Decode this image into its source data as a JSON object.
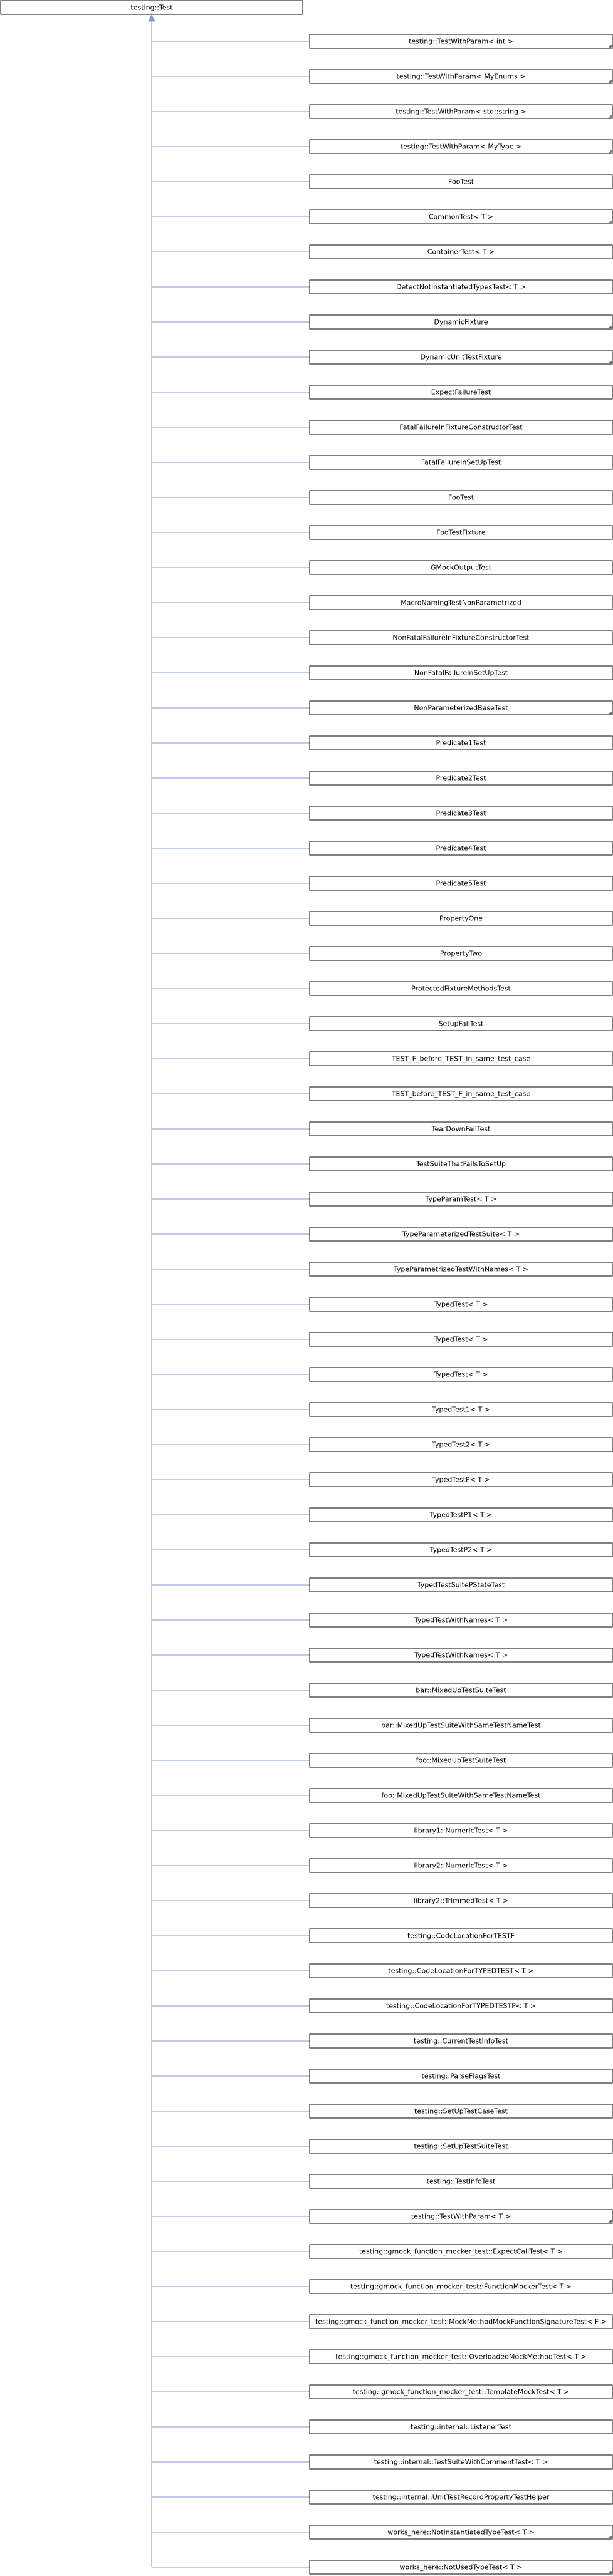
{
  "root": {
    "label": "testing::Test"
  },
  "children": [
    {
      "label": "testing::TestWithParam< int >",
      "more": true
    },
    {
      "label": "testing::TestWithParam< MyEnums >",
      "more": true
    },
    {
      "label": "testing::TestWithParam< std::string >",
      "more": true
    },
    {
      "label": "testing::TestWithParam< MyType >",
      "more": true
    },
    {
      "label": "FooTest",
      "more": false
    },
    {
      "label": "CommonTest< T >",
      "more": true
    },
    {
      "label": "ContainerTest< T >",
      "more": false
    },
    {
      "label": "DetectNotInstantiatedTypesTest< T >",
      "more": false
    },
    {
      "label": "DynamicFixture",
      "more": true
    },
    {
      "label": "DynamicUnitTestFixture",
      "more": true
    },
    {
      "label": "ExpectFailureTest",
      "more": false
    },
    {
      "label": "FatalFailureInFixtureConstructorTest",
      "more": false
    },
    {
      "label": "FatalFailureInSetUpTest",
      "more": false
    },
    {
      "label": "FooTest",
      "more": false
    },
    {
      "label": "FooTestFixture",
      "more": false
    },
    {
      "label": "GMockOutputTest",
      "more": false
    },
    {
      "label": "MacroNamingTestNonParametrized",
      "more": false
    },
    {
      "label": "NonFatalFailureInFixtureConstructorTest",
      "more": false
    },
    {
      "label": "NonFatalFailureInSetUpTest",
      "more": false
    },
    {
      "label": "NonParameterizedBaseTest",
      "more": true
    },
    {
      "label": "Predicate1Test",
      "more": false
    },
    {
      "label": "Predicate2Test",
      "more": false
    },
    {
      "label": "Predicate3Test",
      "more": false
    },
    {
      "label": "Predicate4Test",
      "more": false
    },
    {
      "label": "Predicate5Test",
      "more": false
    },
    {
      "label": "PropertyOne",
      "more": false
    },
    {
      "label": "PropertyTwo",
      "more": false
    },
    {
      "label": "ProtectedFixtureMethodsTest",
      "more": false
    },
    {
      "label": "SetupFailTest",
      "more": false
    },
    {
      "label": "TEST_F_before_TEST_in_same_test_case",
      "more": false
    },
    {
      "label": "TEST_before_TEST_F_in_same_test_case",
      "more": false
    },
    {
      "label": "TearDownFailTest",
      "more": false
    },
    {
      "label": "TestSuiteThatFailsToSetUp",
      "more": false
    },
    {
      "label": "TypeParamTest< T >",
      "more": false
    },
    {
      "label": "TypeParameterizedTestSuite< T >",
      "more": false
    },
    {
      "label": "TypeParametrizedTestWithNames< T >",
      "more": false
    },
    {
      "label": "TypedTest< T >",
      "more": false
    },
    {
      "label": "TypedTest< T >",
      "more": false
    },
    {
      "label": "TypedTest< T >",
      "more": false
    },
    {
      "label": "TypedTest1< T >",
      "more": false
    },
    {
      "label": "TypedTest2< T >",
      "more": false
    },
    {
      "label": "TypedTestP< T >",
      "more": false
    },
    {
      "label": "TypedTestP1< T >",
      "more": false
    },
    {
      "label": "TypedTestP2< T >",
      "more": false
    },
    {
      "label": "TypedTestSuitePStateTest",
      "more": false
    },
    {
      "label": "TypedTestWithNames< T >",
      "more": false
    },
    {
      "label": "TypedTestWithNames< T >",
      "more": false
    },
    {
      "label": "bar::MixedUpTestSuiteTest",
      "more": false
    },
    {
      "label": "bar::MixedUpTestSuiteWithSameTestNameTest",
      "more": false
    },
    {
      "label": "foo::MixedUpTestSuiteTest",
      "more": false
    },
    {
      "label": "foo::MixedUpTestSuiteWithSameTestNameTest",
      "more": false
    },
    {
      "label": "library1::NumericTest< T >",
      "more": false
    },
    {
      "label": "library2::NumericTest< T >",
      "more": false
    },
    {
      "label": "library2::TrimmedTest< T >",
      "more": false
    },
    {
      "label": "testing::CodeLocationForTESTF",
      "more": false
    },
    {
      "label": "testing::CodeLocationForTYPEDTEST< T >",
      "more": false
    },
    {
      "label": "testing::CodeLocationForTYPEDTESTP< T >",
      "more": false
    },
    {
      "label": "testing::CurrentTestInfoTest",
      "more": false
    },
    {
      "label": "testing::ParseFlagsTest",
      "more": false
    },
    {
      "label": "testing::SetUpTestCaseTest",
      "more": false
    },
    {
      "label": "testing::SetUpTestSuiteTest",
      "more": false
    },
    {
      "label": "testing::TestInfoTest",
      "more": false
    },
    {
      "label": "testing::TestWithParam< T >",
      "more": true
    },
    {
      "label": "testing::gmock_function_mocker_test::ExpectCallTest< T >",
      "more": false
    },
    {
      "label": "testing::gmock_function_mocker_test::FunctionMockerTest< T >",
      "more": false
    },
    {
      "label": "testing::gmock_function_mocker_test::MockMethodMockFunctionSignatureTest< F >",
      "more": false
    },
    {
      "label": "testing::gmock_function_mocker_test::OverloadedMockMethodTest< T >",
      "more": false
    },
    {
      "label": "testing::gmock_function_mocker_test::TemplateMockTest< T >",
      "more": false
    },
    {
      "label": "testing::internal::ListenerTest",
      "more": false
    },
    {
      "label": "testing::internal::TestSuiteWithCommentTest< T >",
      "more": false
    },
    {
      "label": "testing::internal::UnitTestRecordPropertyTestHelper",
      "more": false
    },
    {
      "label": "works_here::NotInstantiatedTypeTest< T >",
      "more": true
    },
    {
      "label": "works_here::NotUsedTypeTest< T >",
      "more": true
    }
  ]
}
